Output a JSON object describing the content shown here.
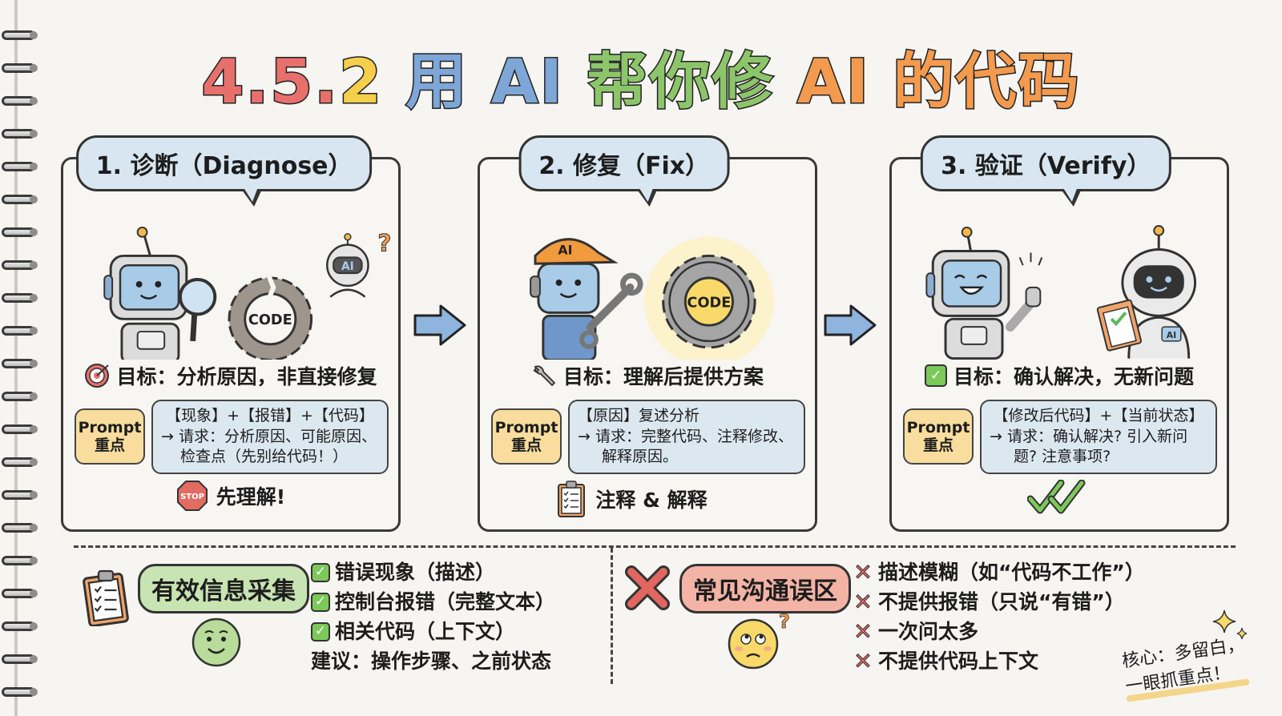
{
  "title": {
    "parts": [
      {
        "text": "4.",
        "color": "#e8706c"
      },
      {
        "text": "5.",
        "color": "#e8706c"
      },
      {
        "text": "2 ",
        "color": "#f5cf4b"
      },
      {
        "text": "用 AI ",
        "color": "#7ea7d8"
      },
      {
        "text": "帮你修 ",
        "color": "#8cc56a"
      },
      {
        "text": "AI 的代码",
        "color": "#f39a4e"
      }
    ],
    "full": "4.5.2 用 AI 帮你修 AI 的代码"
  },
  "steps": [
    {
      "heading": "1. 诊断（Diagnose）",
      "illustration": {
        "robot_icon": "magnifier-robot",
        "gear_label": "CODE",
        "badge": "AI",
        "badge_mark": "?"
      },
      "goal_icon": "target-icon",
      "goal": "目标：分析原因，非直接修复",
      "prompt_tag": [
        "Prompt",
        "重点"
      ],
      "prompt_lines": [
        "【现象】+【报错】+【代码】",
        "→ 请求：分析原因、可能原因、",
        "检查点（先别给代码！）"
      ],
      "footer_icon": "stop-sign-icon",
      "footer_icon_text": "STOP",
      "footer": "先理解!"
    },
    {
      "heading": "2. 修复（Fix）",
      "illustration": {
        "robot_icon": "mechanic-robot",
        "cap_label": "AI",
        "gear_label": "CODE"
      },
      "goal_icon": "wrench-icon",
      "goal": "目标：理解后提供方案",
      "prompt_tag": [
        "Prompt",
        "重点"
      ],
      "prompt_lines": [
        "【原因】复述分析",
        "→ 请求：完整代码、注释修改、",
        "解释原因。"
      ],
      "footer_icon": "clipboard-icon",
      "footer": "注释 & 解释"
    },
    {
      "heading": "3. 验证（Verify）",
      "illustration": {
        "robot_icon": "thumbs-up-robot",
        "badge": "AI"
      },
      "goal_icon": "checkbox-icon",
      "goal": "目标：确认解决，无新问题",
      "prompt_tag": [
        "Prompt",
        "重点"
      ],
      "prompt_lines": [
        "【修改后代码】+【当前状态】",
        "→ 请求：确认解决? 引入新问",
        "题? 注意事项?"
      ],
      "footer_icon": "double-check-icon",
      "footer": ""
    }
  ],
  "bottom": {
    "good": {
      "pill": "有效信息采集",
      "icon": "clipboard-icon",
      "face": "smiley-face-icon",
      "items": [
        "错误现象（描述）",
        "控制台报错（完整文本）",
        "相关代码（上下文）"
      ],
      "suggestion": "建议：操作步骤、之前状态"
    },
    "bad": {
      "pill": "常见沟通误区",
      "icon": "red-x-icon",
      "face": "confused-face-icon",
      "items": [
        "描述模糊（如“代码不工作”）",
        "不提供报错（只说“有错”）",
        "一次问太多",
        "不提供代码上下文"
      ]
    }
  },
  "note": {
    "line1": "核心：多留白，",
    "line2": "一眼抓重点！"
  },
  "colors": {
    "bubble": "#d8e6f1",
    "prompt_tag": "#f8dd9e",
    "prompt_body": "#dce8f0",
    "arrow": "#8fb4de",
    "good_pill": "#c8e4b2",
    "bad_pill": "#f3b3a5",
    "check": "#7cc95a",
    "cross": "#e0665f"
  }
}
